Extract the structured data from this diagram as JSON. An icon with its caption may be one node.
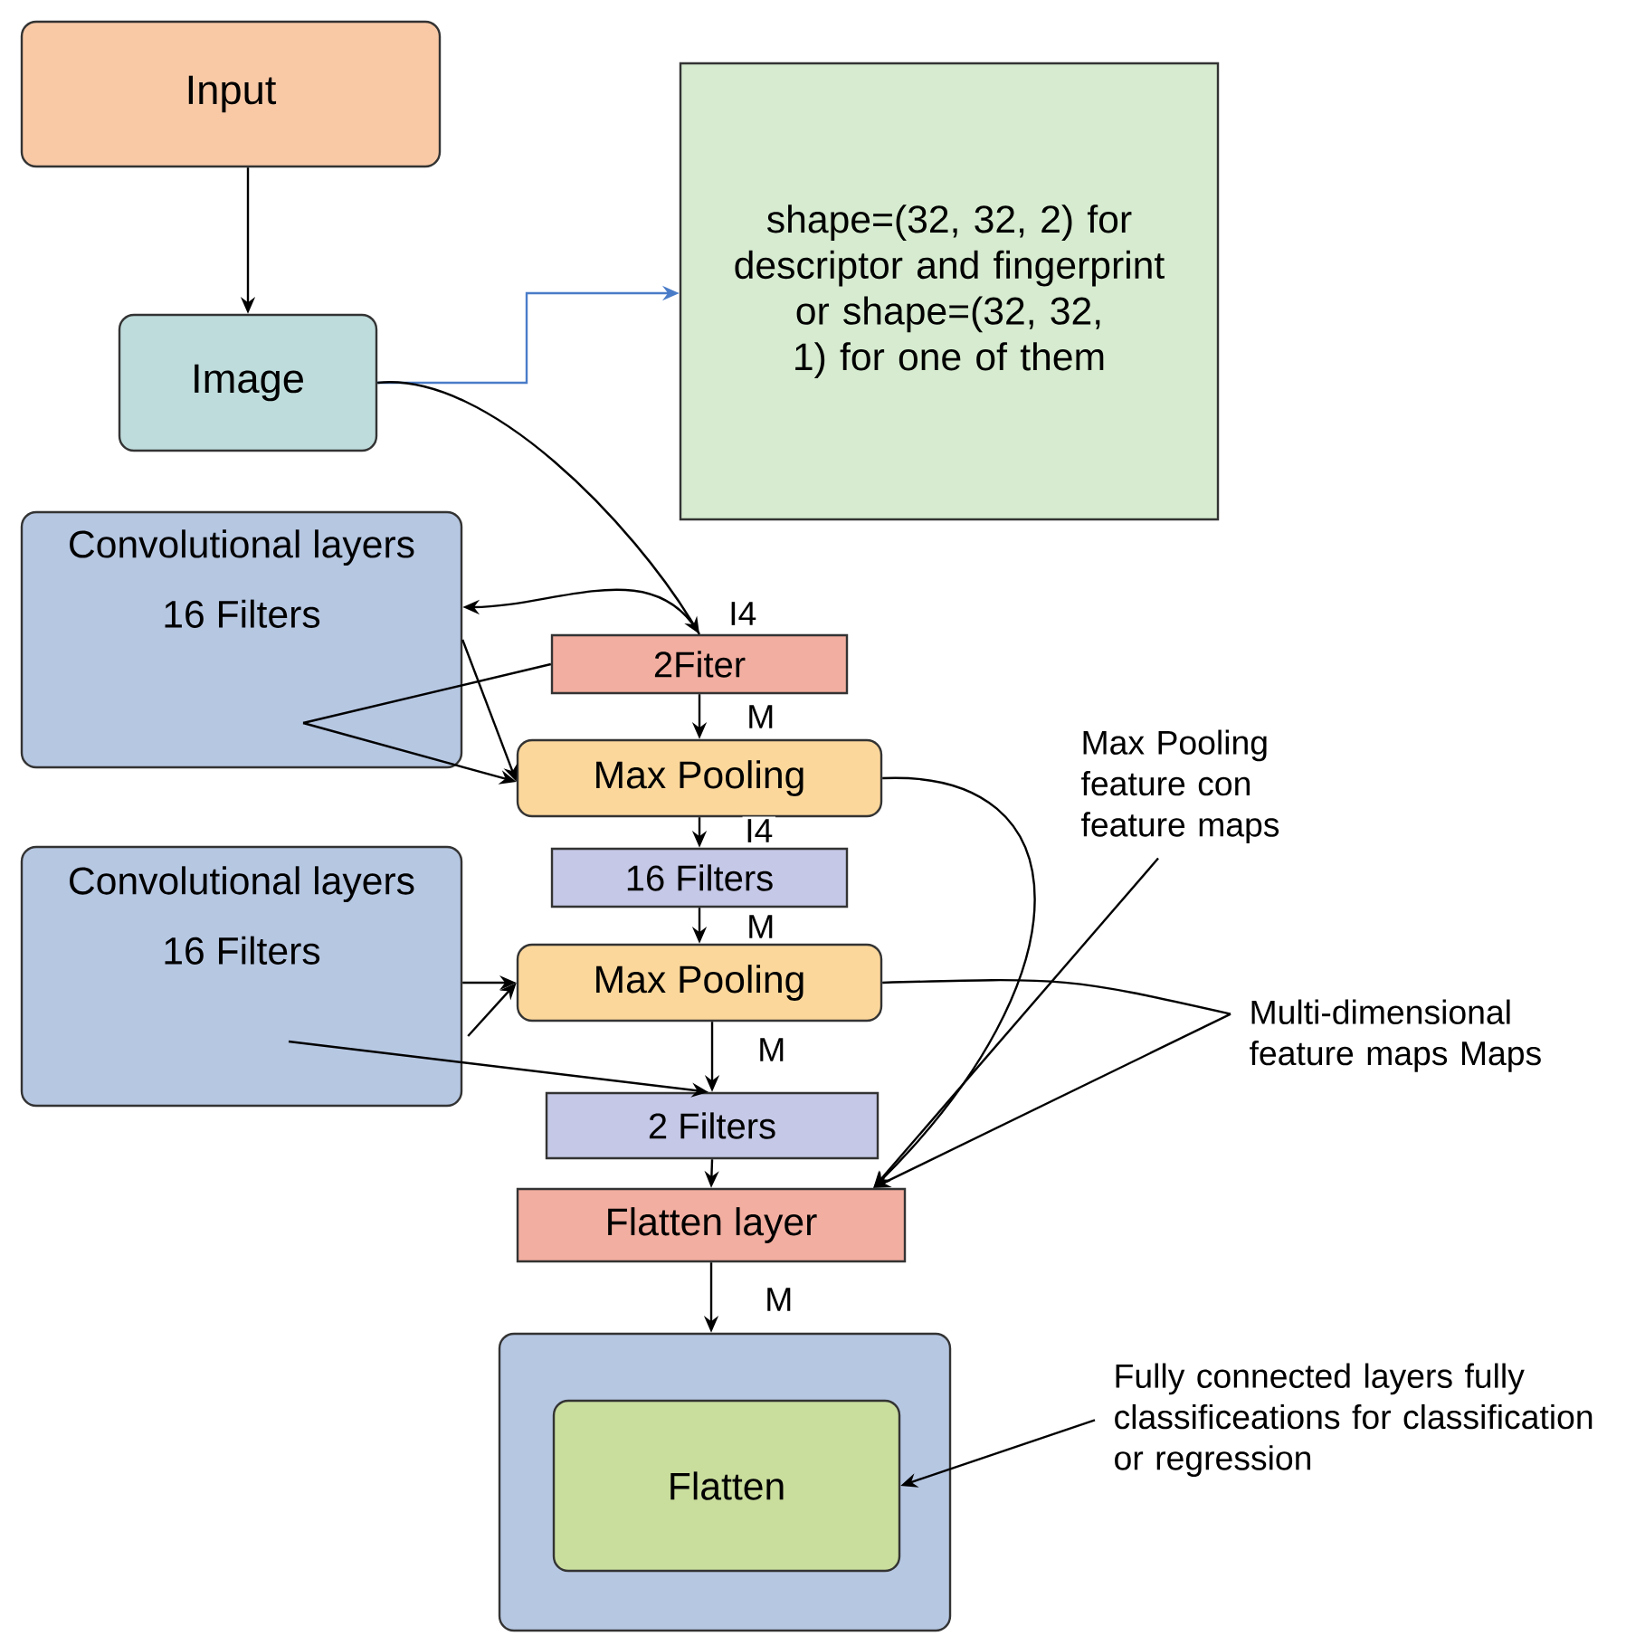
{
  "diagram": {
    "nodes": [
      {
        "text": [
          "Input"
        ]
      },
      {
        "text": [
          "Image"
        ]
      },
      {
        "text": [
          "shape=(32, 32, 2) for descriptor and fingerprint or shape=(32, 32, 1) for one of them"
        ]
      },
      {
        "text": [
          "Convolutional layers",
          "16 Filters"
        ]
      },
      {
        "text": [
          "2Fiter"
        ]
      },
      {
        "text": [
          "Max Pooling"
        ]
      },
      {
        "text": [
          "16 Filters"
        ]
      },
      {
        "text": [
          "Convolutional layers",
          "16 Filters"
        ]
      },
      {
        "text": [
          "Max Pooling"
        ]
      },
      {
        "text": [
          "2 Filters"
        ]
      },
      {
        "text": [
          "Flatten layer"
        ]
      },
      {
        "text": [],
        "shape": "box"
      },
      {
        "text": [
          "Flatten"
        ],
        "in": 11
      },
      {
        "text": [
          "Max Pooling feature con feature maps"
        ]
      },
      {
        "text": [
          "Multi-dimensional feature maps Maps"
        ]
      },
      {
        "text": [
          "Fully connected layers fully classificeations for classification or regression"
        ]
      }
    ],
    "edges": [
      {
        "from": 0,
        "to": 1,
        "arrow": "to"
      },
      {
        "from": 1,
        "to": 2,
        "arrow": "to",
        "color": "#4a7cc8"
      },
      {
        "from": 1,
        "to": 4,
        "arrow": "to",
        "label": "I4"
      },
      {
        "from": 4,
        "to": 3,
        "arrow": "to"
      },
      {
        "from": 4,
        "to": 5,
        "arrow": "to",
        "label": "M"
      },
      {
        "from": 4,
        "to": 3,
        "arrow": "none"
      },
      {
        "from": 3,
        "to": 5,
        "arrow": "to"
      },
      {
        "from": 3,
        "to": 5,
        "arrow": "to"
      },
      {
        "from": 5,
        "to": 6,
        "arrow": "to",
        "label": "I4"
      },
      {
        "from": 6,
        "to": 8,
        "arrow": "to",
        "label": "M"
      },
      {
        "from": 7,
        "to": 8,
        "arrow": "to"
      },
      {
        "from": 7,
        "to": 8,
        "arrow": "to"
      },
      {
        "from": 8,
        "to": 9,
        "arrow": "to",
        "label": "M"
      },
      {
        "from": 7,
        "to": 9,
        "arrow": "to"
      },
      {
        "from": 9,
        "to": 10,
        "arrow": "to"
      },
      {
        "from": 10,
        "to": 11,
        "arrow": "to",
        "label": "M"
      },
      {
        "from": 5,
        "to": 10,
        "arrow": "to"
      },
      {
        "from": 13,
        "to": 10,
        "arrow": "to"
      },
      {
        "from": 8,
        "to": 14,
        "arrow": "none"
      },
      {
        "from": 14,
        "to": 10,
        "arrow": "to"
      },
      {
        "from": 15,
        "to": 12,
        "arrow": "to"
      }
    ]
  }
}
